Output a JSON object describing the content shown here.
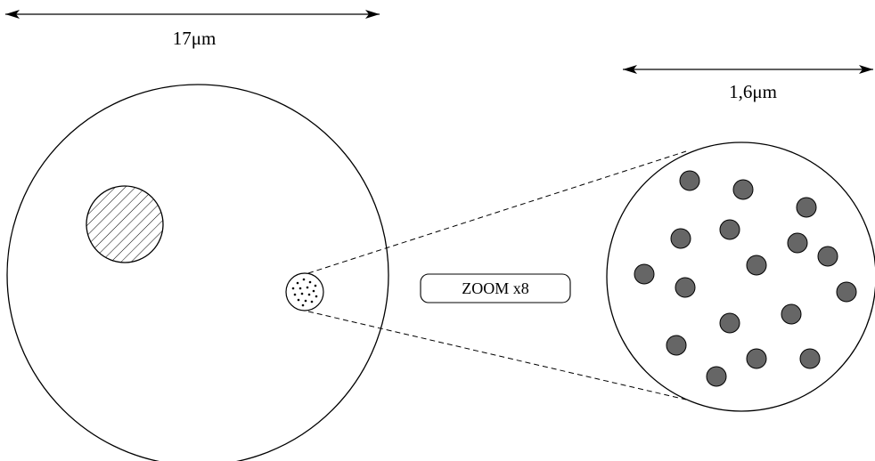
{
  "labels": {
    "large_scale": "17μm",
    "small_scale": "1,6μm",
    "zoom": "ZOOM x8"
  },
  "colors": {
    "stroke": "#000000",
    "particle_fill": "#666666",
    "background": "#ffffff"
  }
}
